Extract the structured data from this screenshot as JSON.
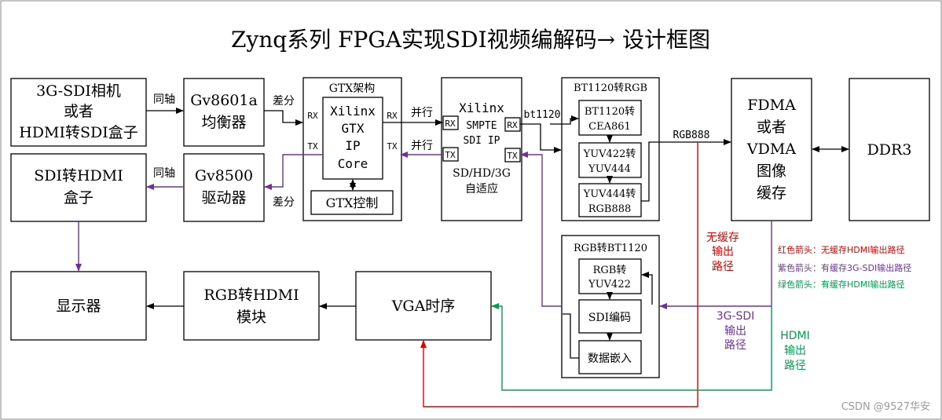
{
  "title": "Zynq系列 FPGA实现SDI视频编解码→ 设计框图",
  "blocks": {
    "camera": [
      "3G-SDI相机",
      "或者",
      "HDMI转SDI盒子"
    ],
    "gv8601a": [
      "Gv8601a",
      "均衡器"
    ],
    "sdi_hdmi_box": [
      "SDI转HDMI",
      "盒子"
    ],
    "gv8500": [
      "Gv8500",
      "驱动器"
    ],
    "gtx_title": "GTX架构",
    "gtx_core": [
      "Xilinx",
      "GTX",
      "IP",
      "Core"
    ],
    "gtx_ctrl": "GTX控制",
    "smpte": [
      "Xilinx",
      "SMPTE",
      "SDI IP"
    ],
    "smpte_mode": [
      "SD/HD/3G",
      "自适应"
    ],
    "bt1120_rgb_title": "BT1120转RGB",
    "cea861": [
      "BT1120转",
      "CEA861"
    ],
    "yuv422_444": [
      "YUV422转",
      "YUV444"
    ],
    "yuv444_rgb": [
      "YUV444转",
      "RGB888"
    ],
    "fdma": [
      "FDMA",
      "或者",
      "VDMA",
      "图像",
      "缓存"
    ],
    "ddr3": "DDR3",
    "rgb_bt1120_title": "RGB转BT1120",
    "rgb_yuv": [
      "RGB转",
      "YUV422"
    ],
    "sdi_enc": "SDI编码",
    "embed": "数据嵌入",
    "display": "显示器",
    "rgb_hdmi": [
      "RGB转HDMI",
      "模块"
    ],
    "vga": "VGA时序"
  },
  "labels": {
    "sync1": "同轴",
    "sync2": "同轴",
    "diff1": "差分",
    "diff2": "差分",
    "par1": "并行",
    "par2": "并行",
    "rx": "RX",
    "tx": "TX",
    "bt1120": "bt1120",
    "rgb888": "RGB888",
    "nocache_path": [
      "无缓存",
      "输出",
      "路径"
    ],
    "sdi_path": [
      "3G-SDI",
      "输出",
      "路径"
    ],
    "hdmi_path": [
      "HDMI",
      "输出",
      "路径"
    ]
  },
  "legend": {
    "red": "红色箭头：无缓存HDMI输出路径",
    "purple": "紫色箭头：有缓存3G-SDI输出路径",
    "green": "绿色箭头：有缓存HDMI输出路径"
  },
  "colors": {
    "red": "#e00000",
    "purple": "#7030a0",
    "green": "#00a050"
  },
  "watermark": "CSDN @9527华安"
}
